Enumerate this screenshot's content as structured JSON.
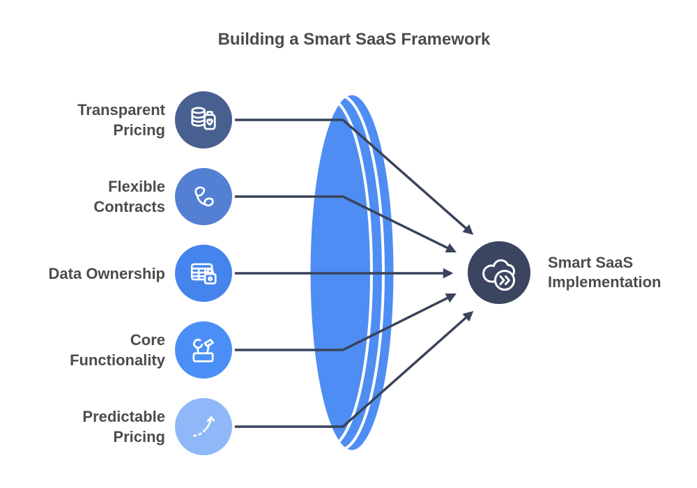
{
  "title": "Building a Smart SaaS Framework",
  "items": [
    {
      "line1": "Transparent",
      "line2": "Pricing",
      "icon": "coins-jar-icon",
      "color": "#47608f"
    },
    {
      "line1": "Flexible",
      "line2": "Contracts",
      "icon": "phone-icon",
      "color": "#5480d4"
    },
    {
      "line1": "Data Ownership",
      "line2": "",
      "icon": "table-lock-icon",
      "color": "#4584ec"
    },
    {
      "line1": "Core",
      "line2": "Functionality",
      "icon": "tools-hammer-wrench-icon",
      "color": "#4b8ff6"
    },
    {
      "line1": "Predictable",
      "line2": "Pricing",
      "icon": "growth-arrow-icon",
      "color": "#8fb8f8"
    }
  ],
  "lens": {
    "color": "#4e8df3"
  },
  "result": {
    "line1": "Smart SaaS",
    "line2": "Implementation",
    "icon": "cloud-fast-forward-icon",
    "color": "#3b4560"
  },
  "colors": {
    "connector": "#39435a",
    "text": "#4b4c4e",
    "lens_highlight": "#ffffff",
    "background": "#ffffff"
  }
}
